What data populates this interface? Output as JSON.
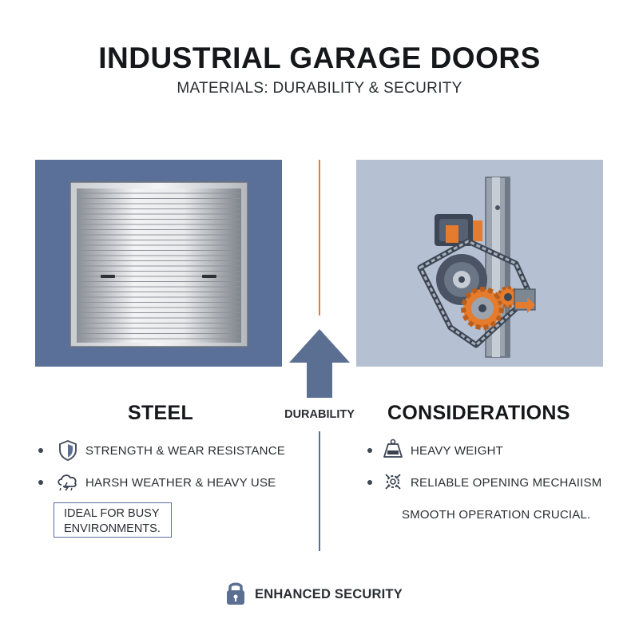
{
  "header": {
    "title": "INDUSTRIAL GARAGE DOORS",
    "subtitle": "MATERIALS: DURABILITY & SECURITY"
  },
  "center": {
    "label": "DURABILITY"
  },
  "left": {
    "heading": "STEEL",
    "items": [
      {
        "icon": "shield-icon",
        "text": "STRENGTH & WEAR RESISTANCE"
      },
      {
        "icon": "weather-icon",
        "text": "HARSH WEATHER & HEAVY USE"
      }
    ],
    "callout_line1": "IDEAL FOR BUSY",
    "callout_line2": "ENVIRONMENTS."
  },
  "right": {
    "heading": "CONSIDERATIONS",
    "items": [
      {
        "icon": "weight-icon",
        "text": "HEAVY WEIGHT"
      },
      {
        "icon": "gear-mechanism-icon",
        "text": "RELIABLE OPENING MECHAIISM"
      }
    ],
    "note": "SMOOTH OPERATION CRUCIAL."
  },
  "footer": {
    "icon": "lock-icon",
    "text": "ENHANCED SECURITY"
  },
  "colors": {
    "steel_blue": "#5b7099",
    "light_panel": "#b5c0d3",
    "accent_orange": "#e57b2c",
    "text_dark": "#15171a"
  }
}
